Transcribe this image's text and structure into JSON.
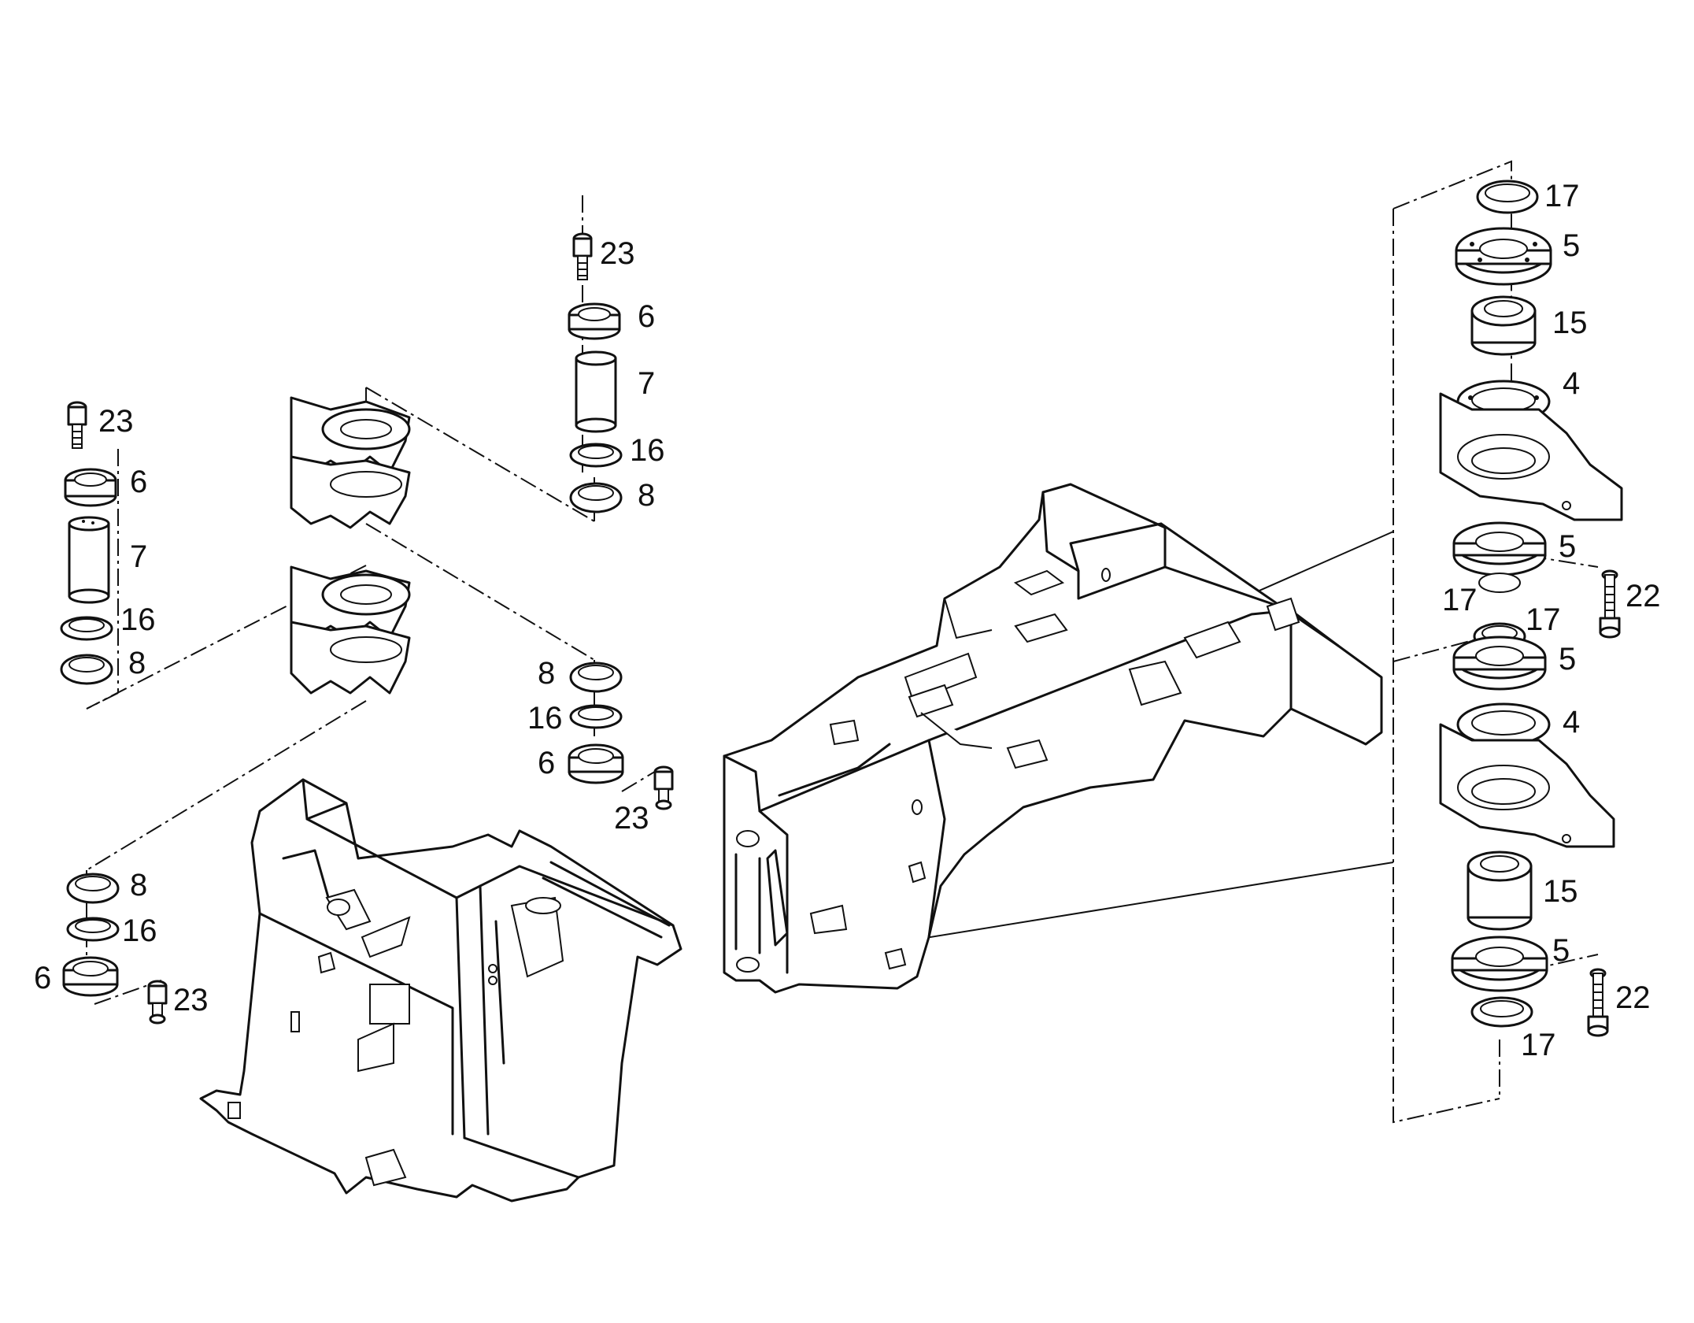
{
  "callouts": [
    {
      "id": "c1",
      "text": "23"
    },
    {
      "id": "c2",
      "text": "6"
    },
    {
      "id": "c3",
      "text": "7"
    },
    {
      "id": "c4",
      "text": "16"
    },
    {
      "id": "c5",
      "text": "8"
    },
    {
      "id": "c6",
      "text": "23"
    },
    {
      "id": "c7",
      "text": "6"
    },
    {
      "id": "c8",
      "text": "7"
    },
    {
      "id": "c9",
      "text": "16"
    },
    {
      "id": "c10",
      "text": "8"
    },
    {
      "id": "c11",
      "text": "8"
    },
    {
      "id": "c12",
      "text": "16"
    },
    {
      "id": "c13",
      "text": "6"
    },
    {
      "id": "c14",
      "text": "23"
    },
    {
      "id": "c15",
      "text": "8"
    },
    {
      "id": "c16",
      "text": "16"
    },
    {
      "id": "c17",
      "text": "6"
    },
    {
      "id": "c18",
      "text": "23"
    },
    {
      "id": "c19",
      "text": "17"
    },
    {
      "id": "c20",
      "text": "5"
    },
    {
      "id": "c21",
      "text": "15"
    },
    {
      "id": "c22",
      "text": "4"
    },
    {
      "id": "c23",
      "text": "5"
    },
    {
      "id": "c24",
      "text": "17"
    },
    {
      "id": "c25",
      "text": "17"
    },
    {
      "id": "c26",
      "text": "22"
    },
    {
      "id": "c27",
      "text": "5"
    },
    {
      "id": "c28",
      "text": "4"
    },
    {
      "id": "c29",
      "text": "15"
    },
    {
      "id": "c30",
      "text": "5"
    },
    {
      "id": "c31",
      "text": "22"
    },
    {
      "id": "c32",
      "text": "17"
    }
  ]
}
